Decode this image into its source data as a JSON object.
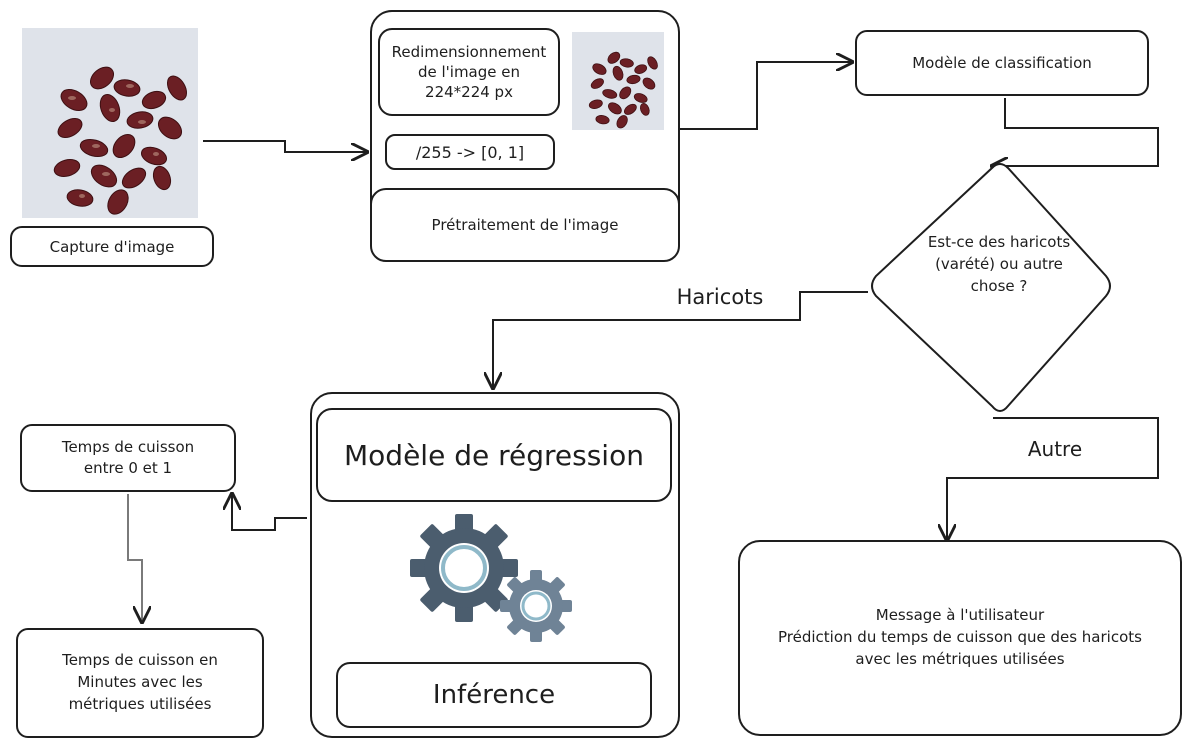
{
  "nodes": {
    "capture": {
      "label": "Capture d'image"
    },
    "resize": {
      "label": "Redimensionnement de l'image en 224*224 px"
    },
    "normalize": {
      "label": "/255 -> [0, 1]"
    },
    "preprocessing": {
      "label": "Prétraitement de l'image"
    },
    "classification": {
      "label": "Modèle de classification"
    },
    "decision": {
      "label": "Est-ce des haricots (varété) ou autre chose ?"
    },
    "regression": {
      "label": "Modèle de régression"
    },
    "inference": {
      "label": "Inférence"
    },
    "cooking_time_norm": {
      "label": "Temps de cuisson entre 0 et 1"
    },
    "cooking_time_minutes": {
      "label": "Temps de cuisson en Minutes avec les métriques utilisées"
    },
    "user_message": {
      "label": "Message à l'utilisateur\nPrédiction du temps de cuisson que des haricots avec les métriques utilisées"
    }
  },
  "edges": {
    "haricots_label": "Haricots",
    "autre_label": "Autre"
  },
  "icons": {
    "beans_photo": "beans-photo",
    "gears": "gears-icon"
  },
  "colors": {
    "stroke": "#1e1e1e",
    "gear_dark": "#4b5d6e",
    "gear_light": "#6f8396",
    "gear_ring": "#8fb9c9",
    "photo_bg": "#dfe3ea",
    "bean": "#6b1f24"
  }
}
